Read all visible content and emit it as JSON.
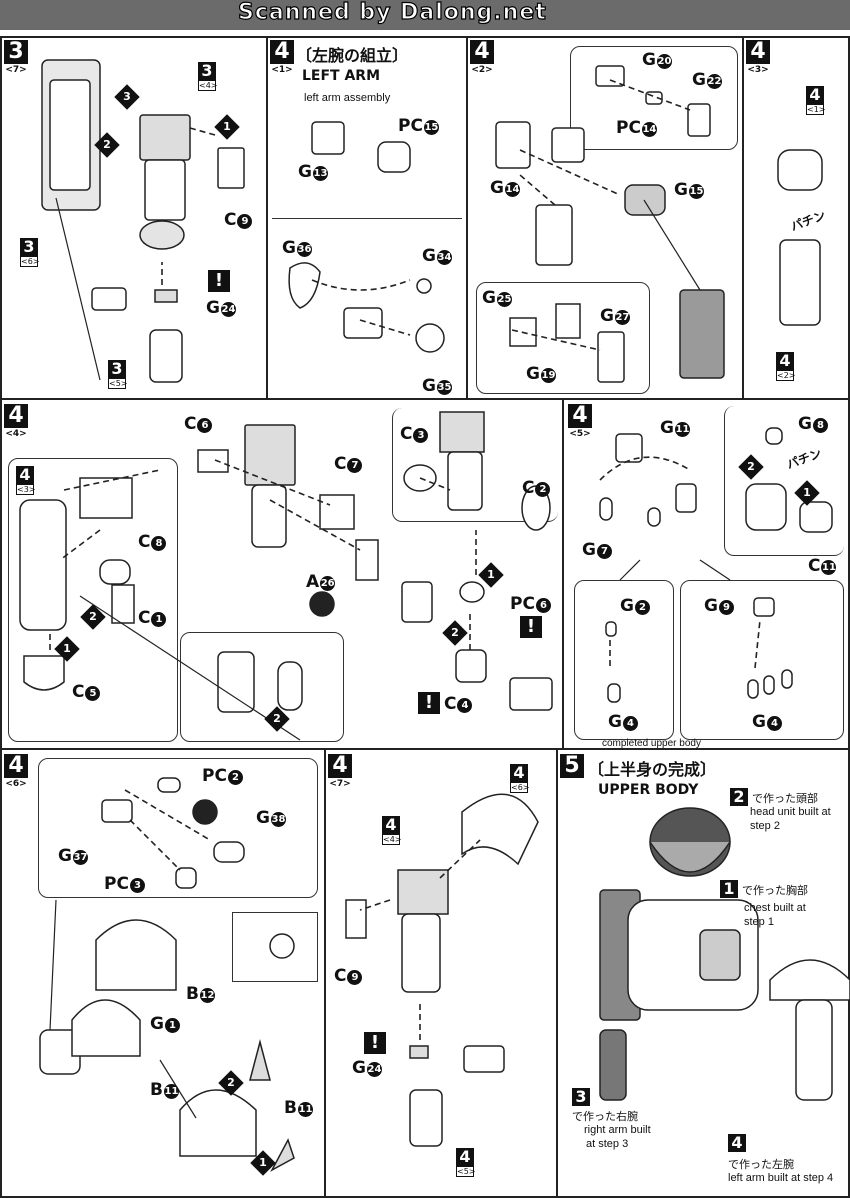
{
  "banner": {
    "text": "Scanned by Dalong.net"
  },
  "steps": {
    "s3_7": {
      "num": "3",
      "sub": "<7>"
    },
    "s4_1": {
      "num": "4",
      "sub": "<1>",
      "jp": "〔左腕の組立〕",
      "en": "LEFT ARM",
      "note": "left arm assembly"
    },
    "s4_2": {
      "num": "4",
      "sub": "<2>"
    },
    "s4_3": {
      "num": "4",
      "sub": "<3>"
    },
    "s4_4": {
      "num": "4",
      "sub": "<4>"
    },
    "s4_5": {
      "num": "4",
      "sub": "<5>"
    },
    "s4_6": {
      "num": "4",
      "sub": "<6>"
    },
    "s4_7": {
      "num": "4",
      "sub": "<7>"
    },
    "s5": {
      "num": "5",
      "jp": "〔上半身の完成〕",
      "en": "UPPER BODY",
      "note": "completed upper body"
    }
  },
  "refs": {
    "r3_4": {
      "n": "3",
      "s": "<4>"
    },
    "r3_6": {
      "n": "3",
      "s": "<6>"
    },
    "r3_5": {
      "n": "3",
      "s": "<5>"
    },
    "r4_1": {
      "n": "4",
      "s": "<1>"
    },
    "r4_2": {
      "n": "4",
      "s": "<2>"
    },
    "r4_3": {
      "n": "4",
      "s": "<3>"
    },
    "r4_4b": {
      "n": "4",
      "s": "<4>"
    },
    "r4_6": {
      "n": "4",
      "s": "<6>"
    },
    "r4_5": {
      "n": "4",
      "s": "<5>"
    }
  },
  "parts": {
    "p1": {
      "l": "C",
      "n": "9"
    },
    "p2": {
      "l": "G",
      "n": "24"
    },
    "p3": {
      "l": "PC",
      "n": "15"
    },
    "p4": {
      "l": "G",
      "n": "13"
    },
    "p5": {
      "l": "G",
      "n": "36"
    },
    "p6": {
      "l": "G",
      "n": "34"
    },
    "p7": {
      "l": "G",
      "n": "35"
    },
    "p8": {
      "l": "G",
      "n": "20"
    },
    "p9": {
      "l": "G",
      "n": "22"
    },
    "p10": {
      "l": "PC",
      "n": "14"
    },
    "p11": {
      "l": "G",
      "n": "14"
    },
    "p12": {
      "l": "G",
      "n": "15"
    },
    "p13": {
      "l": "G",
      "n": "25"
    },
    "p14": {
      "l": "G",
      "n": "27"
    },
    "p15": {
      "l": "G",
      "n": "19"
    },
    "p16": {
      "l": "C",
      "n": "6"
    },
    "p17": {
      "l": "C",
      "n": "7"
    },
    "p18": {
      "l": "C",
      "n": "8"
    },
    "p19": {
      "l": "C",
      "n": "1"
    },
    "p20": {
      "l": "C",
      "n": "5"
    },
    "p21": {
      "l": "A",
      "n": "26"
    },
    "p22": {
      "l": "C",
      "n": "3"
    },
    "p23": {
      "l": "C",
      "n": "2"
    },
    "p24": {
      "l": "PC",
      "n": "6"
    },
    "p25": {
      "l": "C",
      "n": "4"
    },
    "p26": {
      "l": "G",
      "n": "11"
    },
    "p27": {
      "l": "G",
      "n": "8"
    },
    "p28": {
      "l": "G",
      "n": "7"
    },
    "p29": {
      "l": "C",
      "n": "11"
    },
    "p30": {
      "l": "G",
      "n": "2"
    },
    "p31": {
      "l": "G",
      "n": "9"
    },
    "p32": {
      "l": "G",
      "n": "4"
    },
    "p33": {
      "l": "G",
      "n": "4"
    },
    "p34": {
      "l": "PC",
      "n": "2"
    },
    "p35": {
      "l": "G",
      "n": "38"
    },
    "p36": {
      "l": "G",
      "n": "37"
    },
    "p37": {
      "l": "PC",
      "n": "3"
    },
    "p38": {
      "l": "B",
      "n": "12"
    },
    "p39": {
      "l": "G",
      "n": "1"
    },
    "p40": {
      "l": "B",
      "n": "11"
    },
    "p41": {
      "l": "B",
      "n": "11"
    },
    "p42": {
      "l": "C",
      "n": "9"
    },
    "p43": {
      "l": "G",
      "n": "24"
    }
  },
  "seq": {
    "one": "1",
    "two": "2",
    "three": "3"
  },
  "warn": "!",
  "snap": "パチン",
  "upper_body_notes": {
    "head_jp": "で作った頭部",
    "head_en1": "head unit built at",
    "head_en2": "step 2",
    "head_step": "2",
    "chest_jp": "で作った胸部",
    "chest_en1": "chest built at",
    "chest_en2": "step 1",
    "chest_step": "1",
    "rarm_jp": "で作った右腕",
    "rarm_en1": "right arm built",
    "rarm_en2": "at step 3",
    "rarm_step": "3",
    "larm_jp": "で作った左腕",
    "larm_en1": "left arm built at step 4",
    "larm_step": "4"
  }
}
